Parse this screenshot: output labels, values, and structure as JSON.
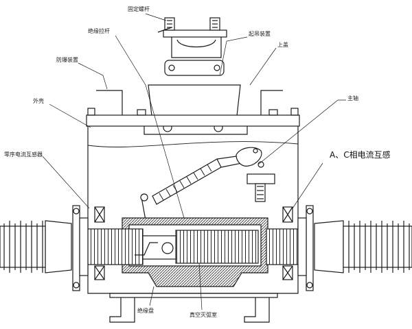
{
  "labels": {
    "fixing_bolt": "固定螺杆",
    "insulating_rod": "绝缘拉杆",
    "lifting_device": "起吊装置",
    "explosion_proof": "防爆装置",
    "top_cover": "上盖",
    "housing": "外壳",
    "main_shaft": "主轴",
    "zero_sequence_ct": "零序电流互感器",
    "ac_phase_ct": "A、C相电流互感",
    "insulating_tray": "绝缘盘",
    "vacuum_interrupter": "真空灭弧室"
  },
  "colors": {
    "line": "#1a1a1a",
    "hatch": "#3a3a3a",
    "background": "#ffffff"
  }
}
